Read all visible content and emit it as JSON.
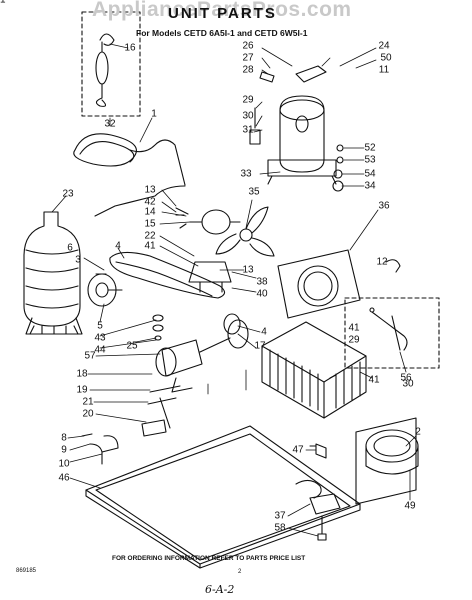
{
  "watermark": "AppliancePartsPros.com",
  "title": "UNIT PARTS",
  "subtitle": "For Models CETD 6A5I-1 and CETD 6W5I-1",
  "footer_note": "FOR ORDERING INFORMATION REFER TO PARTS PRICE LIST",
  "document_code": "869185",
  "page_number": "2",
  "handwritten_note": "6-A-2",
  "callouts": [
    "16",
    "32",
    "1",
    "26",
    "27",
    "28",
    "24",
    "50",
    "11",
    "29",
    "30",
    "31",
    "33",
    "52",
    "53",
    "54",
    "34",
    "23",
    "13",
    "42",
    "14",
    "15",
    "22",
    "41",
    "35",
    "36",
    "3",
    "4",
    "6",
    "13",
    "38",
    "40",
    "12",
    "5",
    "43",
    "44",
    "25",
    "57",
    "18",
    "19",
    "21",
    "20",
    "8",
    "9",
    "10",
    "46",
    "17",
    "4",
    "41",
    "56",
    "41",
    "29",
    "30",
    "2",
    "47",
    "37",
    "58",
    "49",
    "41"
  ]
}
